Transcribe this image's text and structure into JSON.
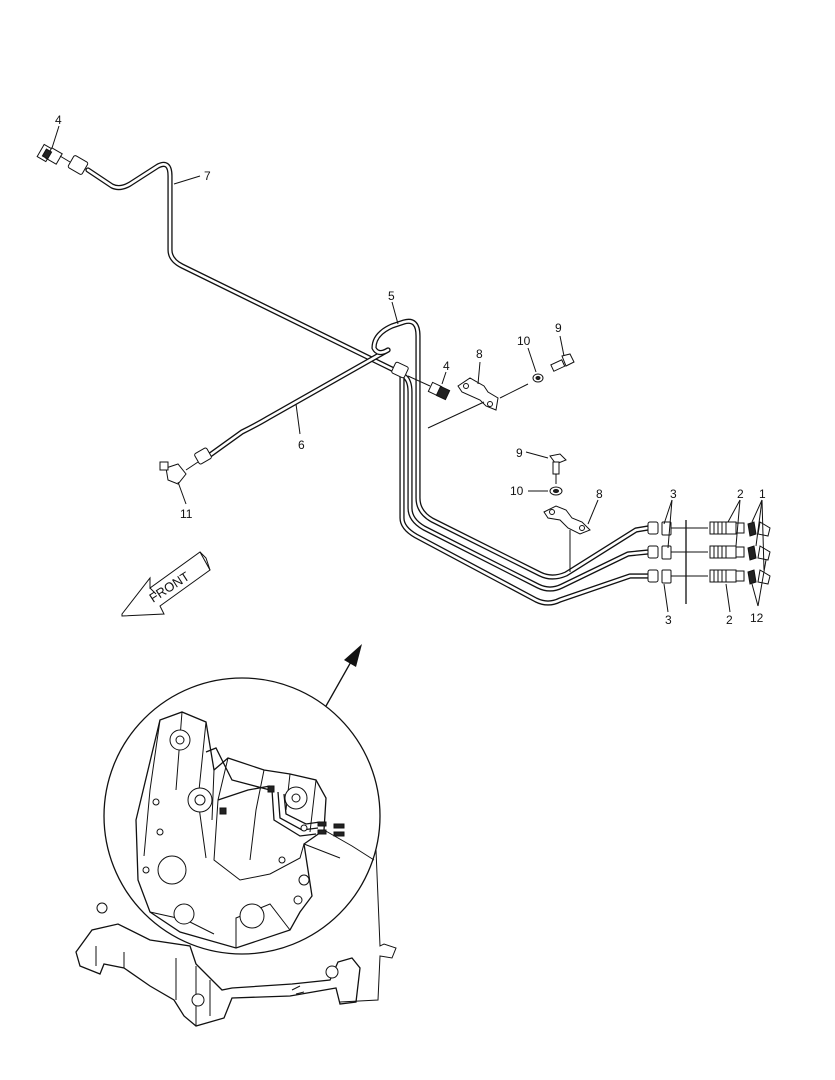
{
  "diagram": {
    "callouts": [
      {
        "key": "c4a",
        "text": "4"
      },
      {
        "key": "c7",
        "text": "7"
      },
      {
        "key": "c5",
        "text": "5"
      },
      {
        "key": "c4b",
        "text": "4"
      },
      {
        "key": "c8a",
        "text": "8"
      },
      {
        "key": "c10a",
        "text": "10"
      },
      {
        "key": "c9a",
        "text": "9"
      },
      {
        "key": "c6",
        "text": "6"
      },
      {
        "key": "c11",
        "text": "11"
      },
      {
        "key": "c9b",
        "text": "9"
      },
      {
        "key": "c10b",
        "text": "10"
      },
      {
        "key": "c8b",
        "text": "8"
      },
      {
        "key": "c3a",
        "text": "3"
      },
      {
        "key": "c2a",
        "text": "2"
      },
      {
        "key": "c1",
        "text": "1"
      },
      {
        "key": "c3b",
        "text": "3"
      },
      {
        "key": "c2b",
        "text": "2"
      },
      {
        "key": "c12",
        "text": "12"
      }
    ],
    "front_label": "FRONT"
  }
}
